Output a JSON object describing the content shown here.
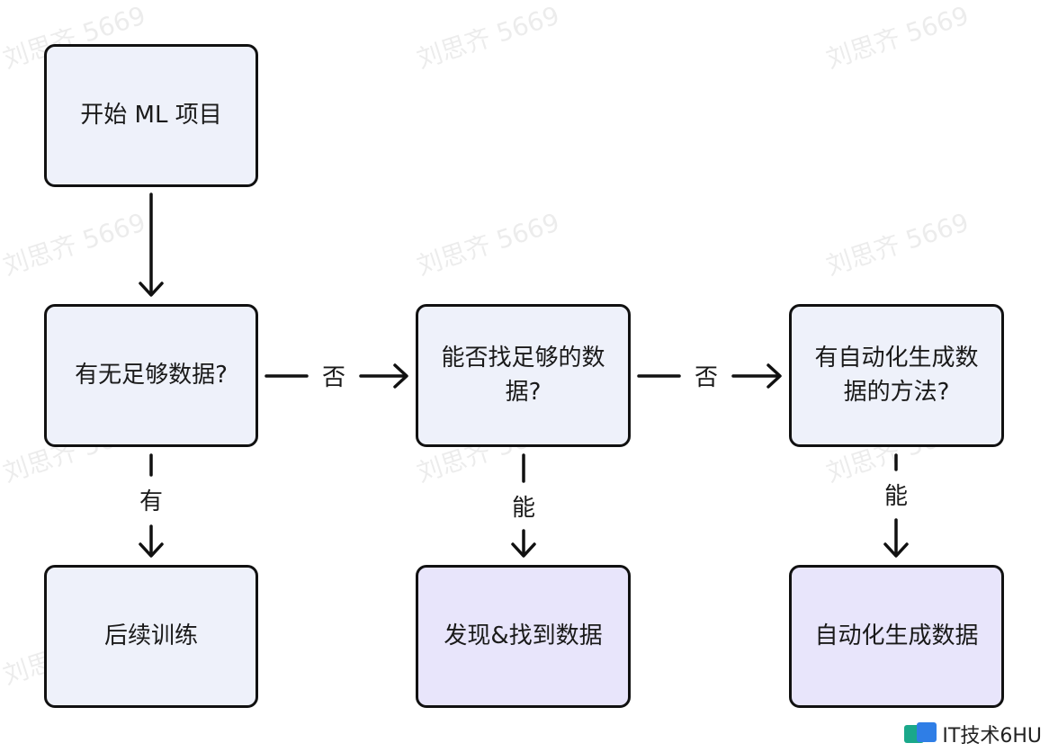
{
  "watermark": "刘思齐 5669",
  "nodes": {
    "start": "开始 ML 项目",
    "enough_data": "有无足够数据?",
    "can_find": "能否找足够的数\n据?",
    "auto_method": "有自动化生成数\n据的方法?",
    "train": "后续训练",
    "find_data": "发现&找到数据",
    "auto_gen": "自动化生成数据"
  },
  "edges": {
    "no_1": "否",
    "no_2": "否",
    "yes": "有",
    "can_1": "能",
    "can_2": "能"
  },
  "brand": {
    "text": "IT技术6HU"
  },
  "colors": {
    "node_blue": "#eef1fa",
    "node_purple": "#e8e5fb",
    "stroke": "#111111"
  }
}
